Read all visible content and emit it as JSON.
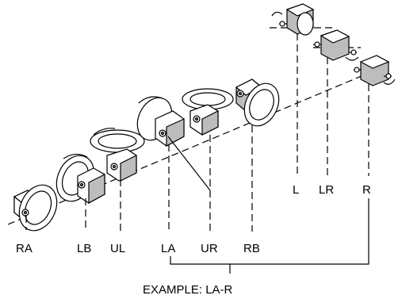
{
  "labels": {
    "ra": "RA",
    "lb": "LB",
    "ul": "UL",
    "la": "LA",
    "ur": "UR",
    "rb": "RB",
    "l": "L",
    "lr": "LR",
    "r": "R"
  },
  "caption": "EXAMPLE: LA-R"
}
